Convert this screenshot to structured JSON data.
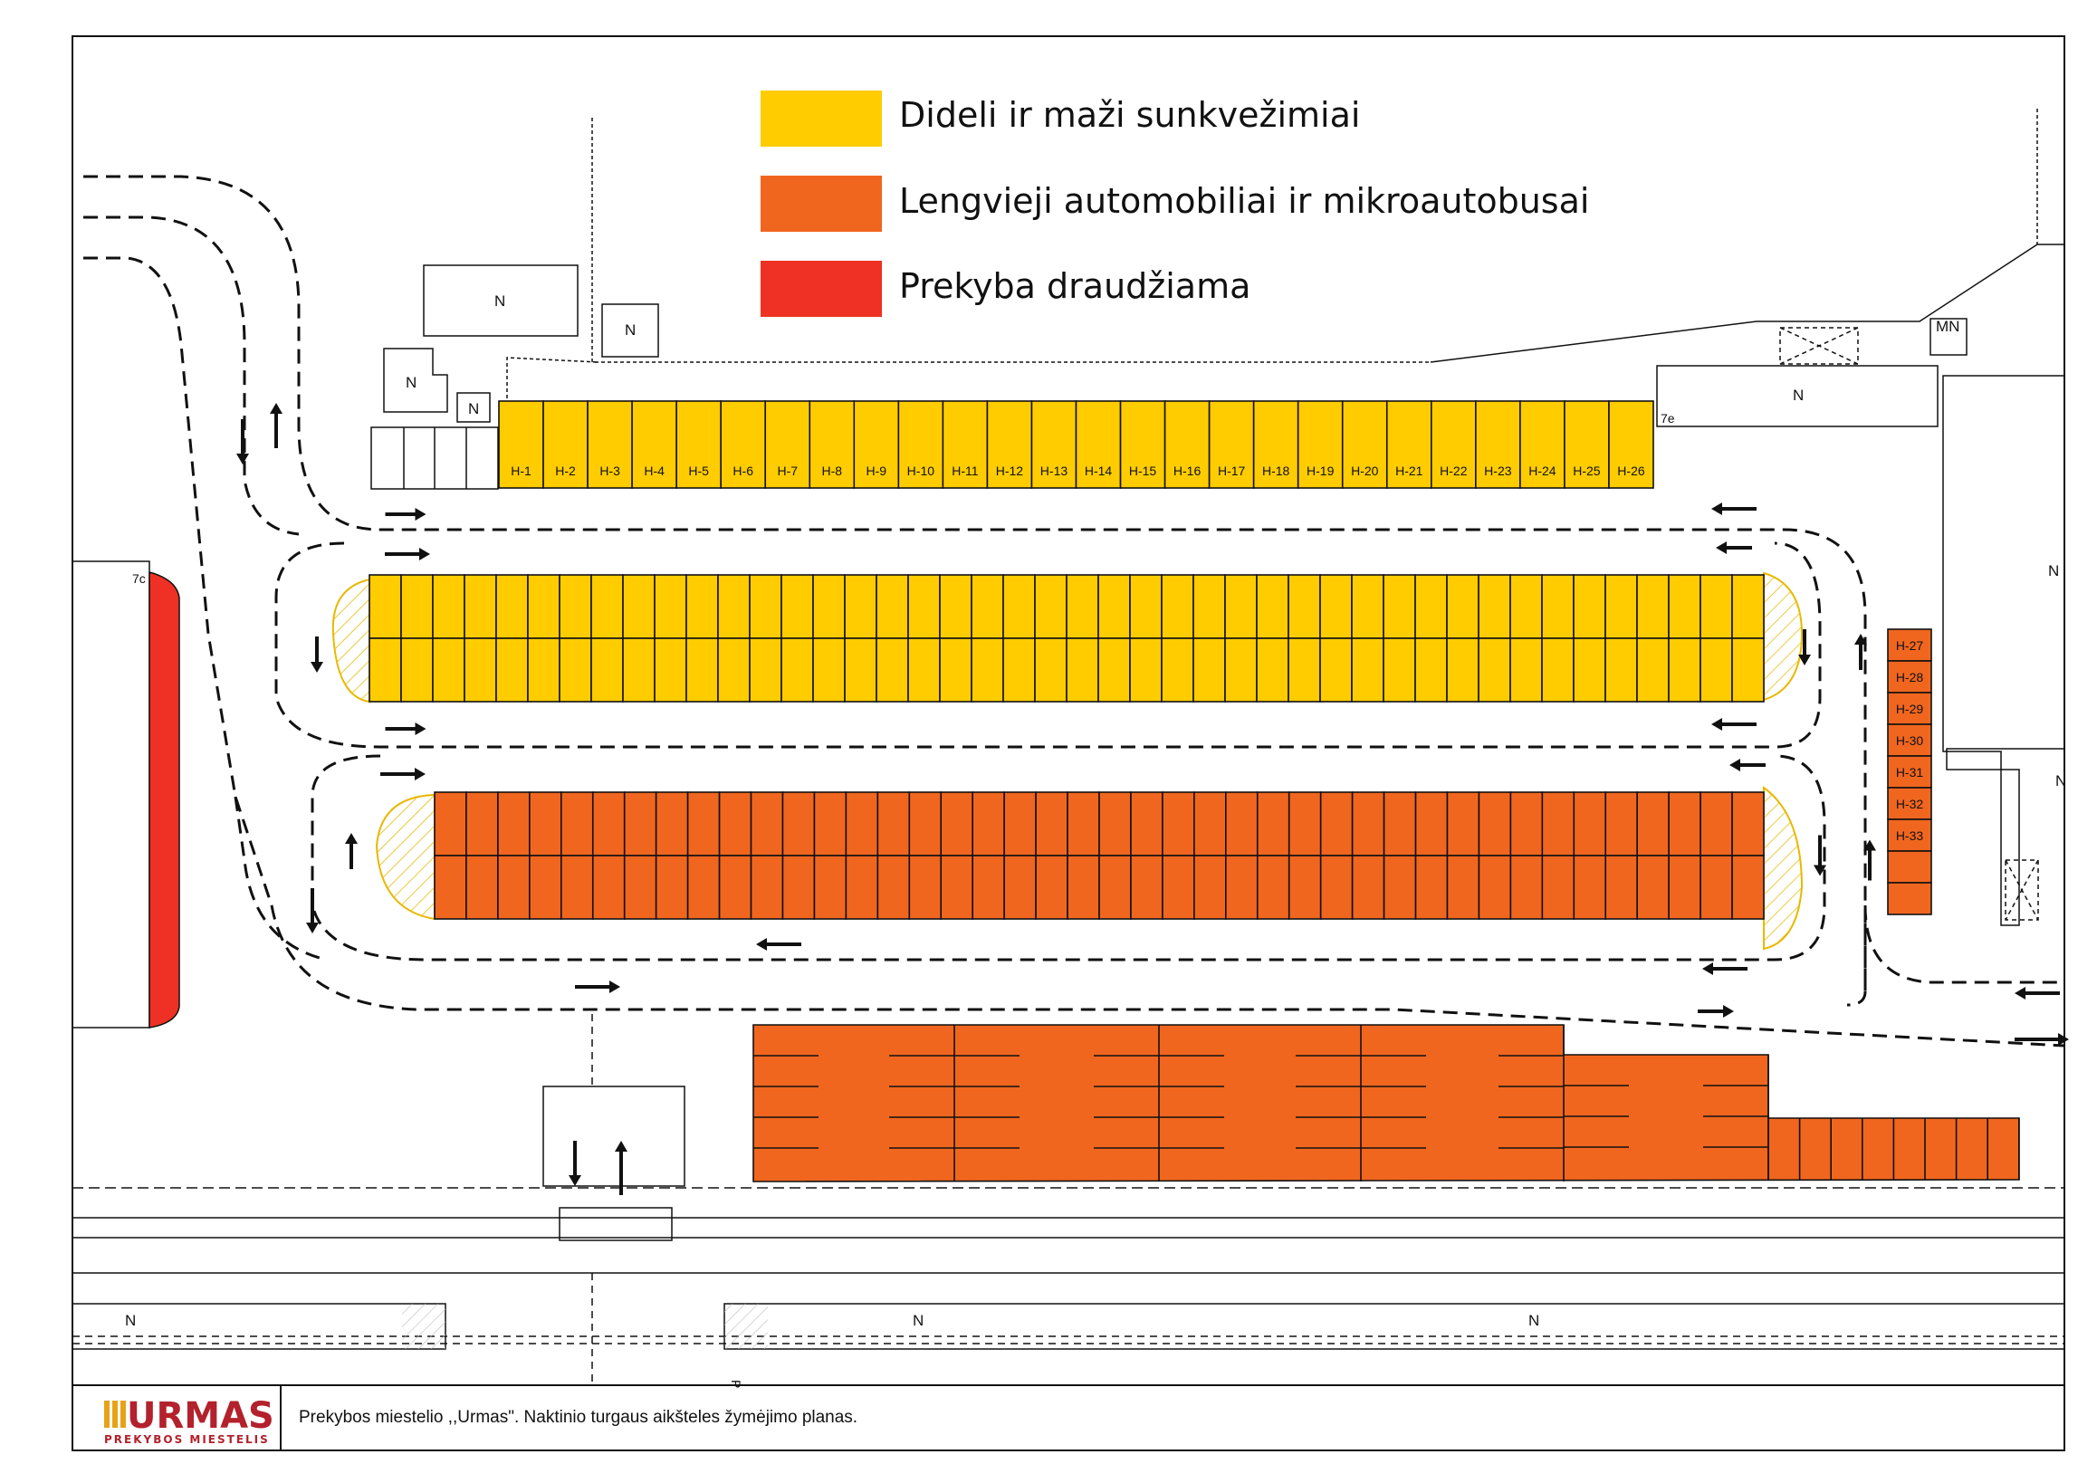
{
  "colors": {
    "trucks": "#FFCC00",
    "cars": "#F0661F",
    "forbidden": "#EE3124",
    "brand": "#B3212C",
    "lines": "#111111"
  },
  "legend": [
    {
      "key": "trucks",
      "label": "Dideli ir maži sunkvežimiai"
    },
    {
      "key": "cars",
      "label": "Lengvieji automobiliai ir mikroautobusai"
    },
    {
      "key": "forbidden",
      "label": "Prekyba draudžiama"
    }
  ],
  "spots": {
    "top_row": [
      "H-1",
      "H-2",
      "H-3",
      "H-4",
      "H-5",
      "H-6",
      "H-7",
      "H-8",
      "H-9",
      "H-10",
      "H-11",
      "H-12",
      "H-13",
      "H-14",
      "H-15",
      "H-16",
      "H-17",
      "H-18",
      "H-19",
      "H-20",
      "H-21",
      "H-22",
      "H-23",
      "H-24",
      "H-25",
      "H-26"
    ],
    "right_column": [
      "H-27",
      "H-28",
      "H-29",
      "H-30",
      "H-31",
      "H-32",
      "H-33"
    ]
  },
  "buildings": {
    "n_label": "N",
    "mn_label": "MN",
    "tag_7e": "7e",
    "tag_7c": "7c",
    "tag_p": "P"
  },
  "icons": [
    "arrow-icon",
    "logo-icon"
  ],
  "title_block": {
    "logo": "URMAS",
    "logo_sub": "PREKYBOS MIESTELIS",
    "caption": "Prekybos miestelio ,,Urmas\". Naktinio turgaus aikšteles žymėjimo planas."
  }
}
